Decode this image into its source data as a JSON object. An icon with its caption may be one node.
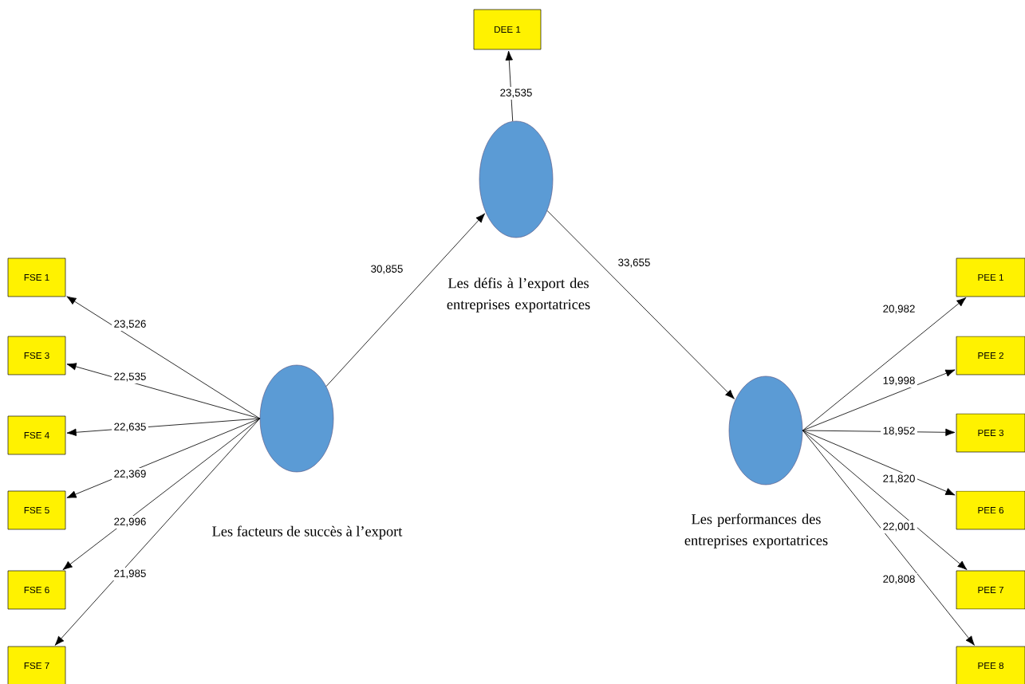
{
  "diagram": {
    "nodes": [
      {
        "text": [
          "DEE 1"
        ]
      },
      {
        "text": [
          "Les défis à l’export des entreprises exportatrices"
        ]
      },
      {
        "text": [
          "FSE 1"
        ]
      },
      {
        "text": [
          "FSE 3"
        ]
      },
      {
        "text": [
          "FSE 4"
        ]
      },
      {
        "text": [
          "FSE 5"
        ]
      },
      {
        "text": [
          "FSE 6"
        ]
      },
      {
        "text": [
          "FSE 7"
        ]
      },
      {
        "text": [
          "Les facteurs de succès à l’export"
        ]
      },
      {
        "text": [
          "Les performances des entreprises exportatrices"
        ]
      },
      {
        "text": [
          "PEE 1"
        ]
      },
      {
        "text": [
          "PEE 2"
        ]
      },
      {
        "text": [
          "PEE 3"
        ]
      },
      {
        "text": [
          "PEE 6"
        ]
      },
      {
        "text": [
          "PEE 7"
        ]
      },
      {
        "text": [
          "PEE 8"
        ]
      }
    ],
    "edges": [
      {
        "from": 8,
        "to": 1,
        "arrow": "to",
        "label": "30,855"
      },
      {
        "from": 1,
        "to": 9,
        "arrow": "to",
        "label": "33,655"
      },
      {
        "from": 1,
        "to": 0,
        "arrow": "to",
        "label": "23,535"
      },
      {
        "from": 8,
        "to": 2,
        "arrow": "to",
        "label": "23,526"
      },
      {
        "from": 8,
        "to": 3,
        "arrow": "to",
        "label": "22,535"
      },
      {
        "from": 8,
        "to": 4,
        "arrow": "to",
        "label": "22,635"
      },
      {
        "from": 8,
        "to": 5,
        "arrow": "to",
        "label": "22,369"
      },
      {
        "from": 8,
        "to": 6,
        "arrow": "to",
        "label": "22,996"
      },
      {
        "from": 8,
        "to": 7,
        "arrow": "to",
        "label": "21,985"
      },
      {
        "from": 9,
        "to": 10,
        "arrow": "to",
        "label": "20,982"
      },
      {
        "from": 9,
        "to": 11,
        "arrow": "to",
        "label": "19,998"
      },
      {
        "from": 9,
        "to": 12,
        "arrow": "to",
        "label": "18,952"
      },
      {
        "from": 9,
        "to": 13,
        "arrow": "to",
        "label": "21,820"
      },
      {
        "from": 9,
        "to": 14,
        "arrow": "to",
        "label": "22,001"
      },
      {
        "from": 9,
        "to": 15,
        "arrow": "to",
        "label": "20,808"
      }
    ]
  }
}
